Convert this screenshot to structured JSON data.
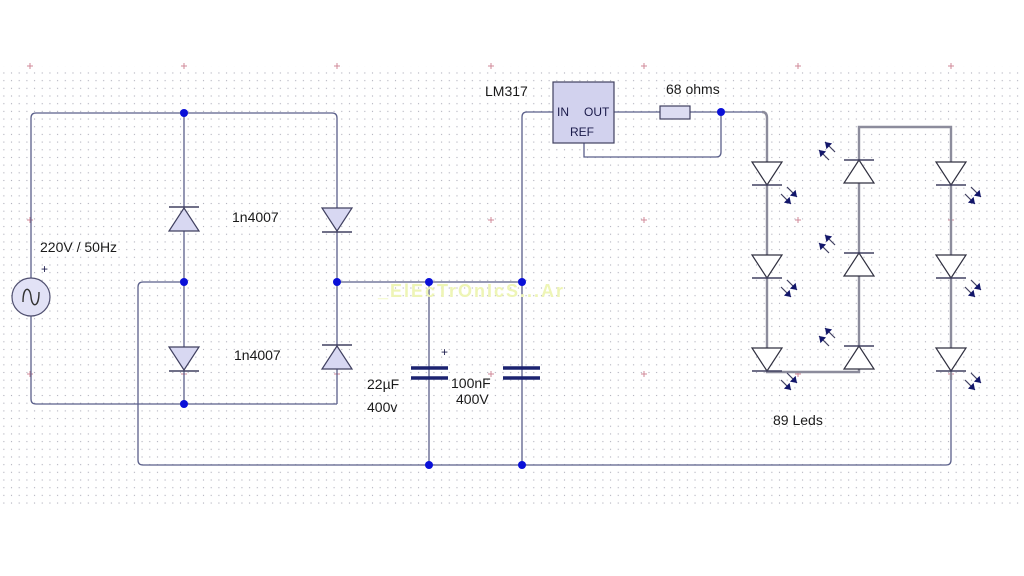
{
  "diagram": {
    "type": "circuit-schematic",
    "title": "LED driver with bridge rectifier and LM317 current regulator",
    "source": {
      "label": "220V / 50Hz",
      "polarity_mark": "+",
      "icon": "ac-sine-icon"
    },
    "bridge": {
      "diode_labels": [
        "1n4007",
        "1n4007"
      ],
      "diode_count": 4
    },
    "capacitors": [
      {
        "id": "C1",
        "value": "22µF",
        "voltage": "400v",
        "polarity_mark": "+"
      },
      {
        "id": "C2",
        "value": "100nF",
        "voltage": "400V"
      }
    ],
    "regulator": {
      "part": "LM317",
      "pins": {
        "in": "IN",
        "out": "OUT",
        "ref": "REF"
      }
    },
    "resistor": {
      "label": "68 ohms"
    },
    "led_array": {
      "label": "89 Leds",
      "columns": 3,
      "leds_per_column_shown": 3
    },
    "watermark": "_ElEcTrOnIcS...Ar"
  },
  "colors": {
    "wire": "#5a5f8a",
    "junction": "#0a10d8",
    "component_fill": "#d8d8f2",
    "grid_dot": "#9a9aa8",
    "grid_cross": "#d08090",
    "led_arrow": "#12166a"
  }
}
